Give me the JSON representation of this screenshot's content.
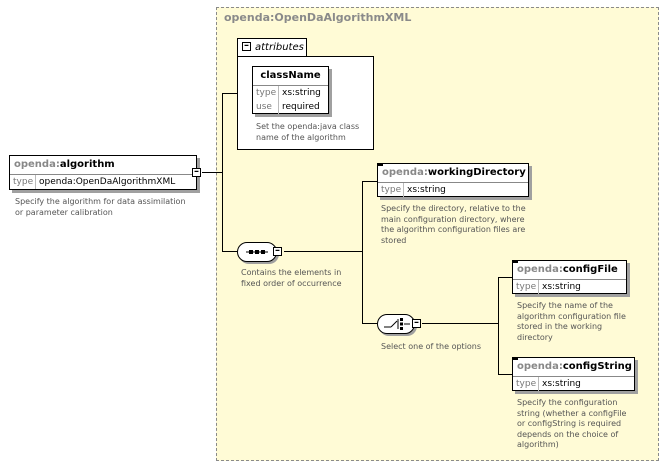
{
  "type_area": {
    "title": "openda:OpenDaAlgorithmXML"
  },
  "root": {
    "ns": "openda:",
    "name": "algorithm",
    "type_key": "type",
    "type_value": "openda:OpenDaAlgorithmXML",
    "doc_line1": "Specify the algorithm for data assimilation",
    "doc_line2": "or parameter calibration"
  },
  "attributes": {
    "label": "attributes",
    "class_name": "className",
    "type_key": "type",
    "type_value": "xs:string",
    "use_key": "use",
    "use_value": "required",
    "doc_line1": "Set the openda:java class",
    "doc_line2": "name of the algorithm"
  },
  "sequence": {
    "doc_line1": "Contains the elements in",
    "doc_line2": "fixed order of occurrence"
  },
  "working_directory": {
    "ns": "openda:",
    "name": "workingDirectory",
    "type_key": "type",
    "type_value": "xs:string",
    "doc": [
      "Specify the directory, relative to the",
      "main configuration directory, where",
      "the algorithm configuration files are",
      "stored"
    ]
  },
  "choice": {
    "doc": "Select one of the options"
  },
  "config_file": {
    "ns": "openda:",
    "name": "configFile",
    "type_key": "type",
    "type_value": "xs:string",
    "doc": [
      "Specify the name of the",
      "algorithm configuration file",
      "stored in the working",
      "directory"
    ]
  },
  "config_string": {
    "ns": "openda:",
    "name": "configString",
    "type_key": "type",
    "type_value": "xs:string",
    "doc": [
      "Specify the configuration",
      "string (whether a configFile",
      "or configString is required",
      "depends on the choice of",
      "algorithm)"
    ]
  }
}
